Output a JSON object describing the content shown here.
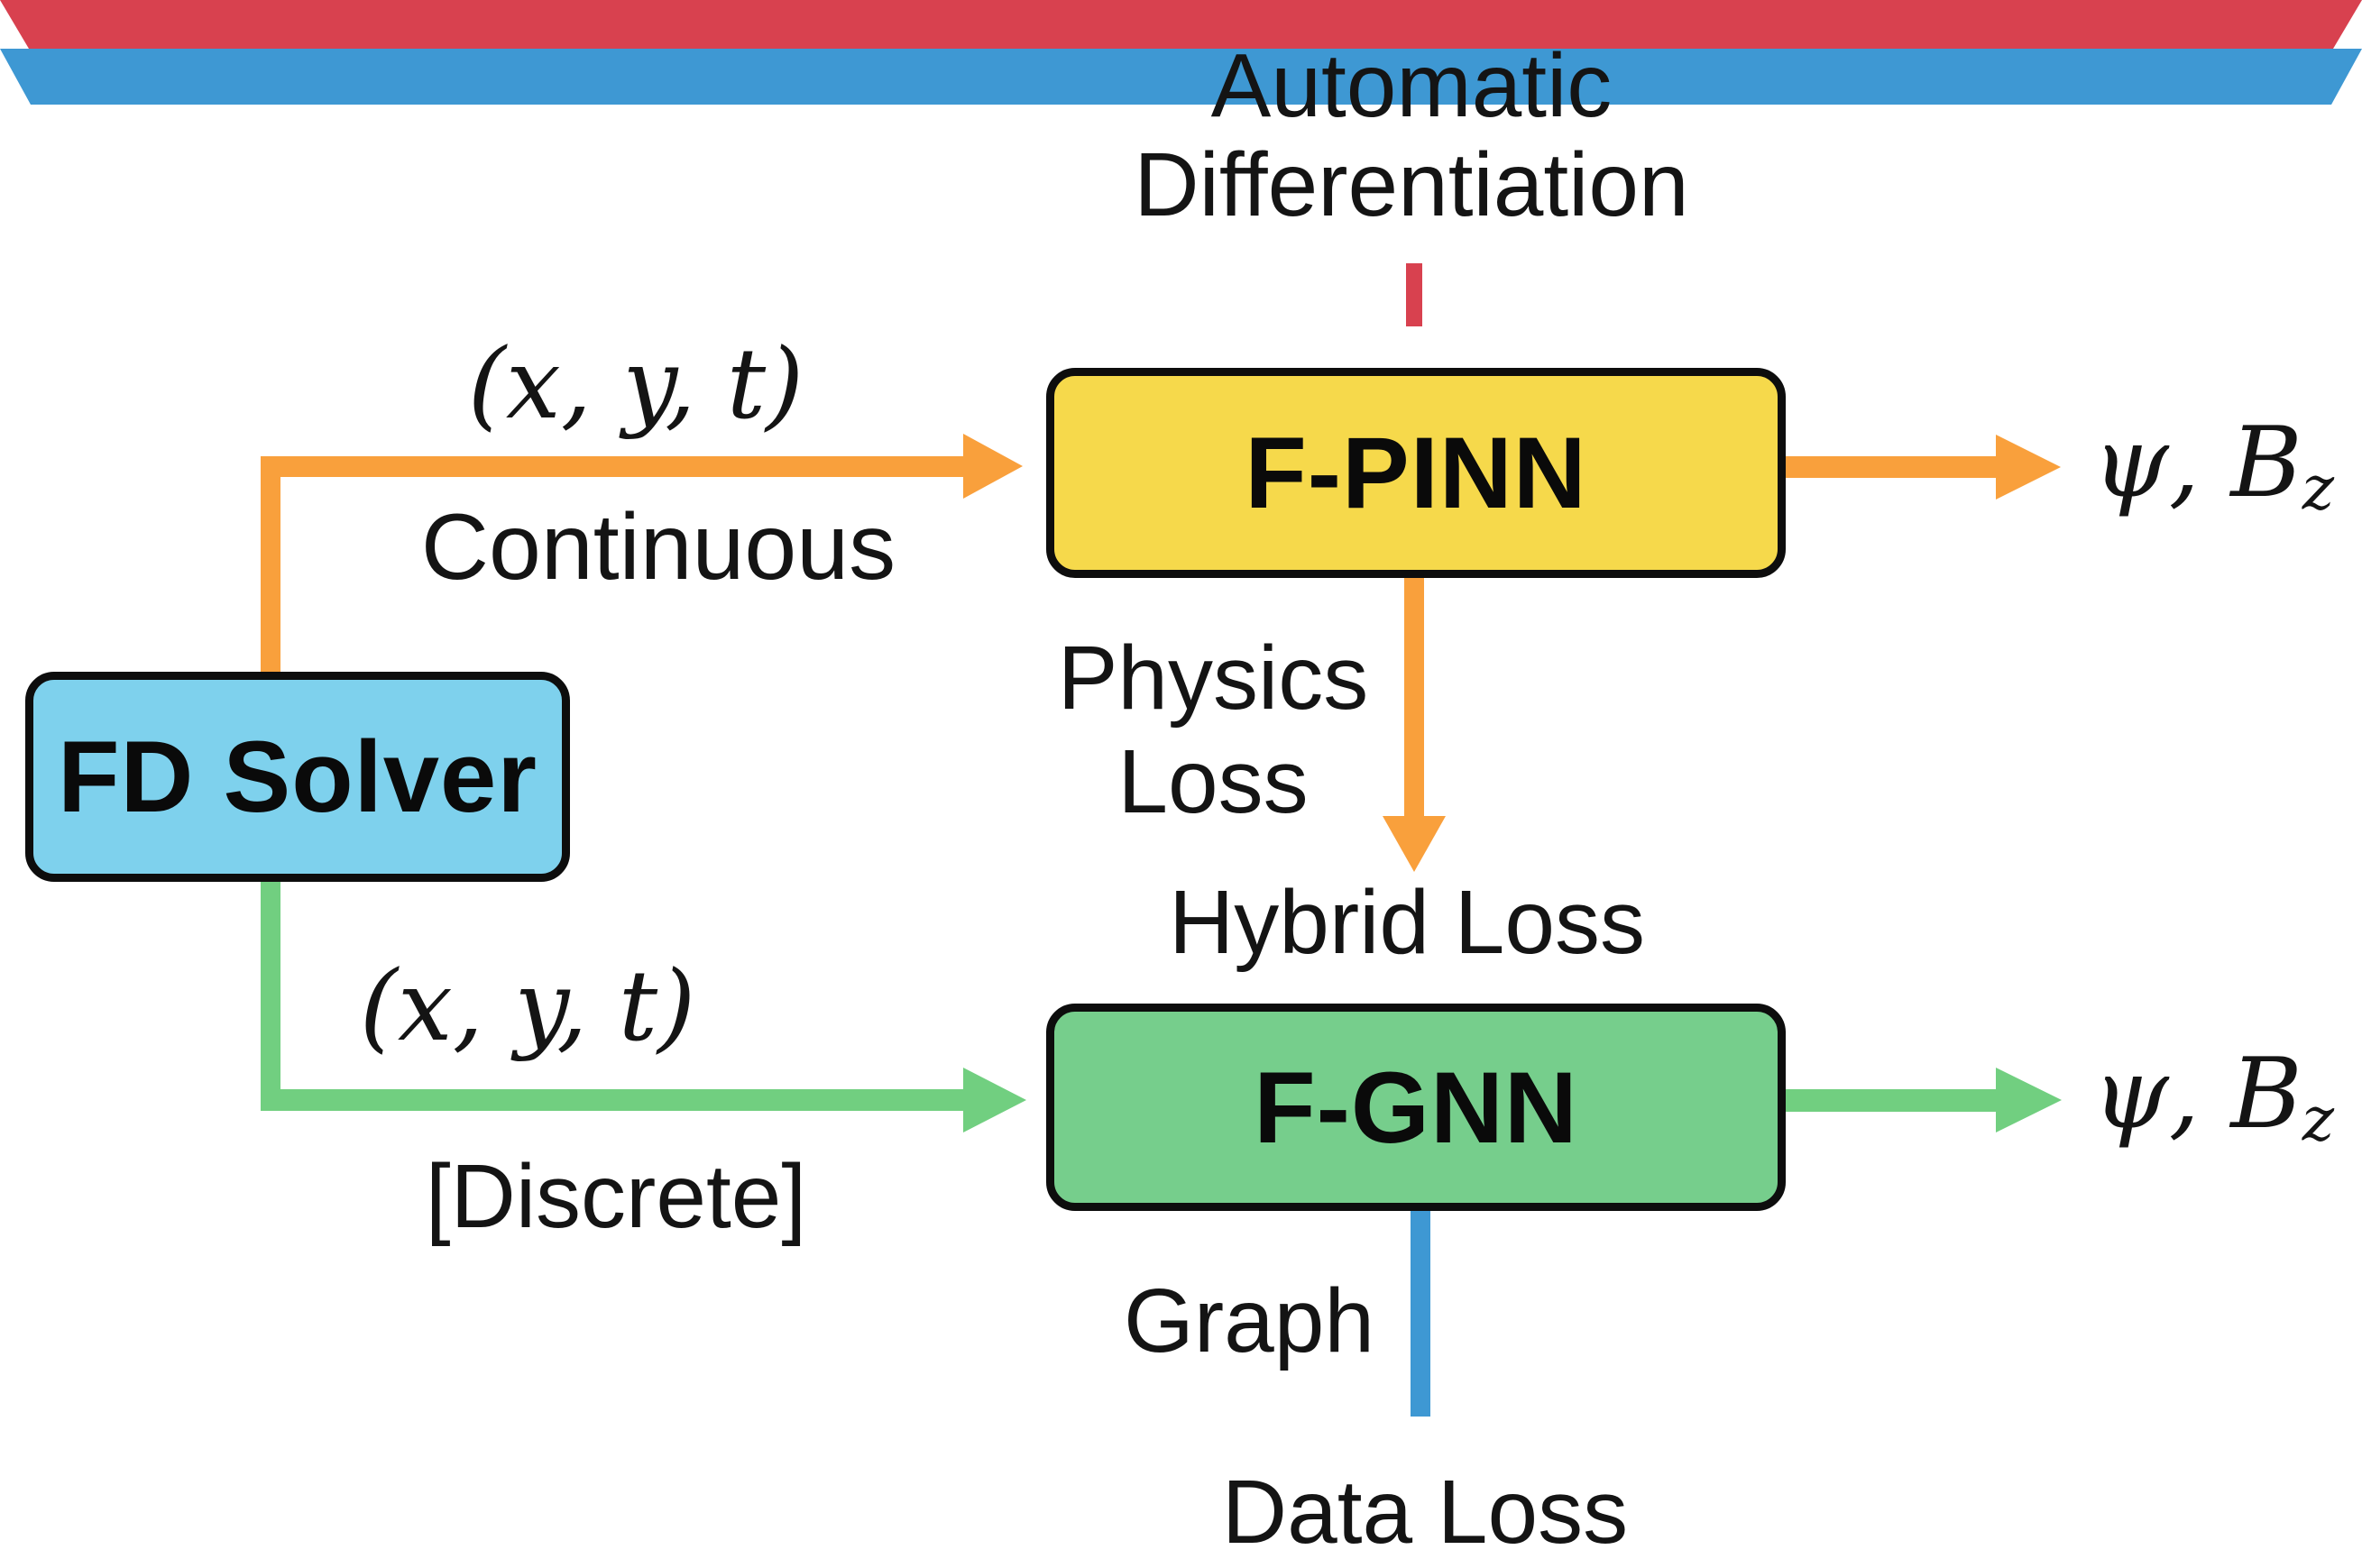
{
  "figure": {
    "type": "flow-diagram",
    "background": "#FFFFFF"
  },
  "colors": {
    "fd_solver_fill": "#7ED1ED",
    "f_pinn_fill": "#F6D94B",
    "f_gnn_fill": "#76CE8C",
    "node_border": "#0D0D0D",
    "text": "#141414",
    "arrow_orange": "#F9A03C",
    "arrow_green": "#71CF80",
    "arrow_red": "#D8414F",
    "arrow_blue": "#3E98D3"
  },
  "nodes": {
    "fd_solver": {
      "label": "FD Solver"
    },
    "f_pinn": {
      "label": "F-PINN"
    },
    "f_gnn": {
      "label": "F-GNN"
    }
  },
  "labels": {
    "auto_diff": {
      "line1": "Automatic",
      "line2": "Differentiation"
    },
    "continuous": {
      "math": "(x, y, t)",
      "caption": "Continuous"
    },
    "discrete": {
      "math": "(x, y, t)",
      "caption": "[Discrete]"
    },
    "physics_loss": {
      "line1": "Physics",
      "line2": "Loss"
    },
    "hybrid_loss": "Hybrid Loss",
    "graph": "Graph",
    "data_loss": "Data Loss",
    "f_pinn_output": {
      "main": "ψ, B",
      "subscript": "z"
    },
    "f_gnn_output": {
      "main": "ψ, B",
      "subscript": "z"
    }
  },
  "arrows": {
    "automatic_differentiation": {
      "color": "#D8414F",
      "from": "Automatic Differentiation",
      "to": "F-PINN"
    },
    "continuous_input": {
      "color": "#F9A03C",
      "from": "FD Solver",
      "to": "F-PINN"
    },
    "discrete_input": {
      "color": "#71CF80",
      "from": "FD Solver",
      "to": "F-GNN"
    },
    "physics_loss": {
      "color": "#F9A03C",
      "from": "F-PINN",
      "to": "Hybrid Loss"
    },
    "graph_data_loss": {
      "color": "#3E98D3",
      "from": "F-GNN",
      "to": "Data Loss"
    },
    "f_pinn_output": {
      "color": "#F9A03C",
      "from": "F-PINN",
      "to": "ψ, B_z"
    },
    "f_gnn_output": {
      "color": "#71CF80",
      "from": "F-GNN",
      "to": "ψ, B_z"
    }
  }
}
